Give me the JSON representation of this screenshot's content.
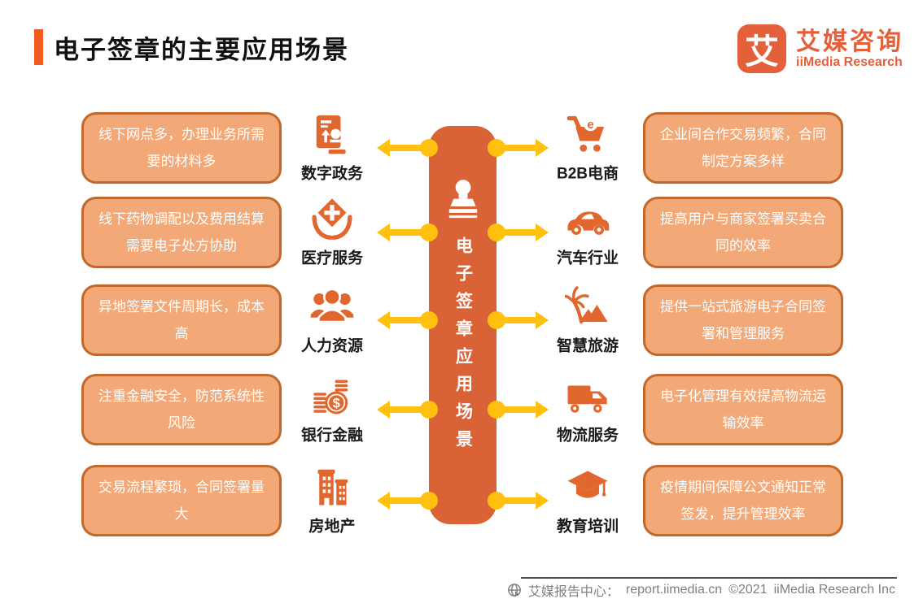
{
  "header": {
    "title": "电子签章的主要应用场景"
  },
  "logo": {
    "glyph": "艾",
    "brand_cn": "艾媒咨询",
    "brand_en": "iiMedia Research"
  },
  "center": {
    "label": "电子签章应用场景",
    "icon": "stamp-icon"
  },
  "rows": [
    {
      "pain": "线下网点多，办理业务所需要的材料多",
      "industry": "数字政务",
      "industry_icon": "document-stamp-icon",
      "right_industry": "B2B电商",
      "right_industry_icon": "shopping-cart-icon",
      "benefit": "企业间合作交易频繁，合同制定方案多样"
    },
    {
      "pain": "线下药物调配以及费用结算需要电子处方协助",
      "industry": "医疗服务",
      "industry_icon": "medical-hands-icon",
      "right_industry": "汽车行业",
      "right_industry_icon": "car-icon",
      "benefit": "提高用户与商家签署买卖合同的效率"
    },
    {
      "pain": "异地签署文件周期长，成本高",
      "industry": "人力资源",
      "industry_icon": "people-icon",
      "right_industry": "智慧旅游",
      "right_industry_icon": "palm-pyramid-icon",
      "benefit": "提供一站式旅游电子合同签署和管理服务"
    },
    {
      "pain": "注重金融安全，防范系统性风险",
      "industry": "银行金融",
      "industry_icon": "coins-dollar-icon",
      "right_industry": "物流服务",
      "right_industry_icon": "truck-icon",
      "benefit": "电子化管理有效提高物流运输效率"
    },
    {
      "pain": "交易流程繁琐，合同签署量大",
      "industry": "房地产",
      "industry_icon": "buildings-icon",
      "right_industry": "教育培训",
      "right_industry_icon": "graduation-cap-icon",
      "benefit": "疫情期间保障公文通知正常签发，提升管理效率"
    }
  ],
  "footer": {
    "source_label": "艾媒报告中心：",
    "url": "report.iimedia.cn",
    "copyright": "©2021",
    "company": "iiMedia Research Inc"
  },
  "colors": {
    "accent_bar": "#F4591F",
    "brand_orange": "#E4603A",
    "box_fill": "#F2A877",
    "box_border": "#C2682B",
    "pillar_fill": "#D96236",
    "arrow_yellow": "#FFC10E",
    "icon_orange": "#E2672F",
    "footer_gray": "#7F7F7F"
  }
}
